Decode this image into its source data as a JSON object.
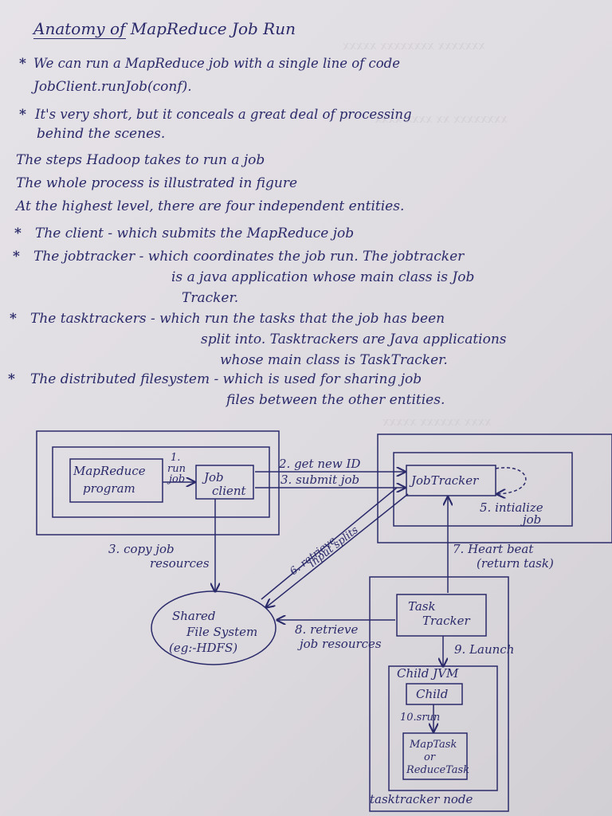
{
  "title": "Anatomy of MapReduce Job Run",
  "bullets": {
    "b1_l1": "We can run a MapReduce job with a single line of code",
    "b1_l2": "JobClient.runJob(conf).",
    "b2_l1": "It's very short, but it conceals a great deal of processing",
    "b2_l2": "behind the scenes.",
    "p1": "The steps Hadoop takes to run a job",
    "p2": "The whole process is illustrated in figure",
    "p3": "At the highest level, there are four independent entities.",
    "e1": "The client - which submits the MapReduce job",
    "e2_l1": "The jobtracker - which coordinates the job run. The jobtracker",
    "e2_l2": "is a java application whose main class is Job",
    "e2_l3": "Tracker.",
    "e3_l1": "The tasktrackers - which run the tasks that the job has been",
    "e3_l2": "split into. Tasktrackers are Java applications",
    "e3_l3": "whose main class is TaskTracker.",
    "e4_l1": "The distributed filesystem - which is used for sharing job",
    "e4_l2": "files between the other entities."
  },
  "diagram": {
    "mapreduce_program": [
      "MapReduce",
      "program"
    ],
    "job_client": [
      "Job",
      "client"
    ],
    "job_tracker": "JobTracker",
    "task_tracker": [
      "Task",
      "Tracker"
    ],
    "shared_fs": [
      "Shared",
      "File System",
      "(eg:-HDFS)"
    ],
    "child_jvm": "Child JVM",
    "child": "Child",
    "map_reduce_task": [
      "MapTask",
      "or",
      "ReduceTask"
    ],
    "tasktracker_node": "tasktracker node",
    "steps": {
      "s1": [
        "1.",
        "run",
        "job"
      ],
      "s2": "2. get new ID",
      "s3": "3. submit job",
      "s3b": [
        "3. copy job",
        "resources"
      ],
      "s5": [
        "5. intialize",
        "job"
      ],
      "s6": [
        "6. retrieve",
        "input splits"
      ],
      "s7": [
        "7. Heart beat",
        "(return task)"
      ],
      "s8": [
        "8. retrieve",
        "job resources"
      ],
      "s9": "9. Launch",
      "s10": "10.srun"
    }
  }
}
